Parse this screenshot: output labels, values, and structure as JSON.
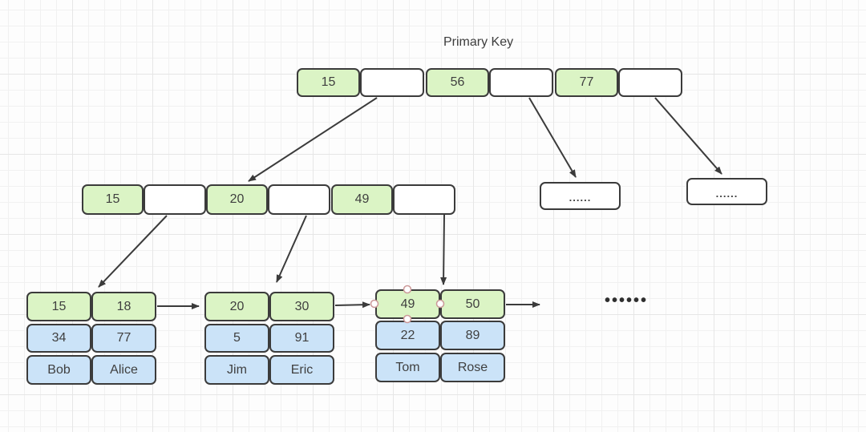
{
  "diagram": {
    "title": "Primary Key",
    "link_dots": "••••••"
  },
  "colors": {
    "key_fill": "#dbf4c5",
    "data_fill": "#cbe3f8",
    "border": "#3b3b3b",
    "arrow": "#3b3b3b",
    "connection_point_stroke": "#cc9999"
  },
  "root_node": {
    "cells": [
      "15",
      "",
      "56",
      "",
      "77",
      ""
    ]
  },
  "internal_node": {
    "cells": [
      "15",
      "",
      "20",
      "",
      "49",
      ""
    ]
  },
  "overflow_boxes": {
    "left": "......",
    "right": "......"
  },
  "leaf_blocks": [
    {
      "keys": [
        "15",
        "18"
      ],
      "ids": [
        "34",
        "77"
      ],
      "names": [
        "Bob",
        "Alice"
      ]
    },
    {
      "keys": [
        "20",
        "30"
      ],
      "ids": [
        "5",
        "91"
      ],
      "names": [
        "Jim",
        "Eric"
      ]
    },
    {
      "keys": [
        "49",
        "50"
      ],
      "ids": [
        "22",
        "89"
      ],
      "names": [
        "Tom",
        "Rose"
      ]
    }
  ]
}
